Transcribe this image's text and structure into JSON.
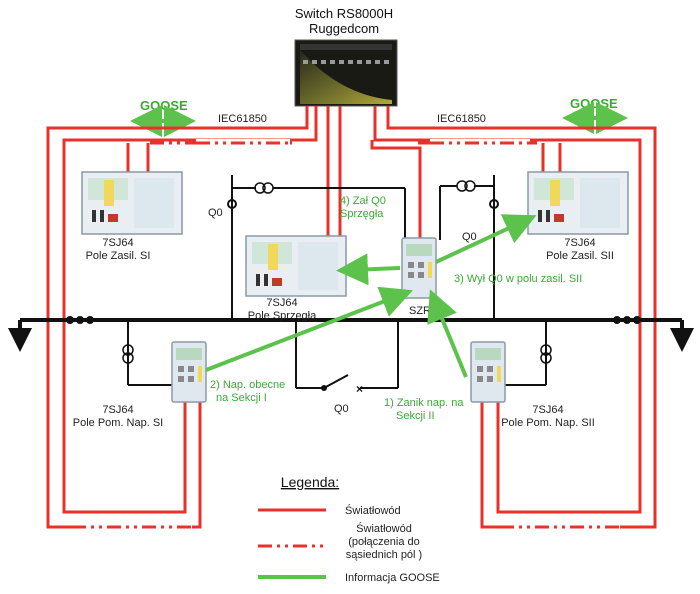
{
  "switch": {
    "title_line1": "Switch RS8000H",
    "title_line2": "Ruggedcom"
  },
  "protocol_left": "IEC61850",
  "protocol_right": "IEC61850",
  "goose_left": "GOOSE",
  "goose_right": "GOOSE",
  "devices": {
    "supply1": {
      "line1": "7SJ64",
      "line2": "Pole Zasil. SI"
    },
    "supply2": {
      "line1": "7SJ64",
      "line2": "Pole Zasil. SII"
    },
    "coupler": {
      "line1": "7SJ64",
      "line2": "Pole Sprzęgła"
    },
    "meas1": {
      "line1": "7SJ64",
      "line2": "Pole Pom. Nap. SI"
    },
    "meas2": {
      "line1": "7SJ64",
      "line2": "Pole Pom. Nap. SII"
    },
    "szr": {
      "label": "SZR"
    }
  },
  "breakers": {
    "q0_left": "Q0",
    "q0_right": "Q0",
    "q0_bottom": "Q0"
  },
  "steps": {
    "s1_line1": "1) Zanik nap. na",
    "s1_line2": "Sekcji II",
    "s2_line1": "2) Nap. obecne",
    "s2_line2": "na Sekcji I",
    "s3": "3) Wył Q0 w polu zasil. SII",
    "s4_line1": "4) Zał Q0",
    "s4_line2": "Sprzęgła"
  },
  "legend": {
    "title": "Legenda:",
    "fiber": "Światłowód",
    "fiber_adj_line1": "Światłowód",
    "fiber_adj_line2": "(połączenia do",
    "fiber_adj_line3": "sąsiednich pól )",
    "goose_info": "Informacja GOOSE"
  },
  "colors": {
    "fiber": "#e8312a",
    "goose": "#5cc24c",
    "bus": "#111111"
  }
}
